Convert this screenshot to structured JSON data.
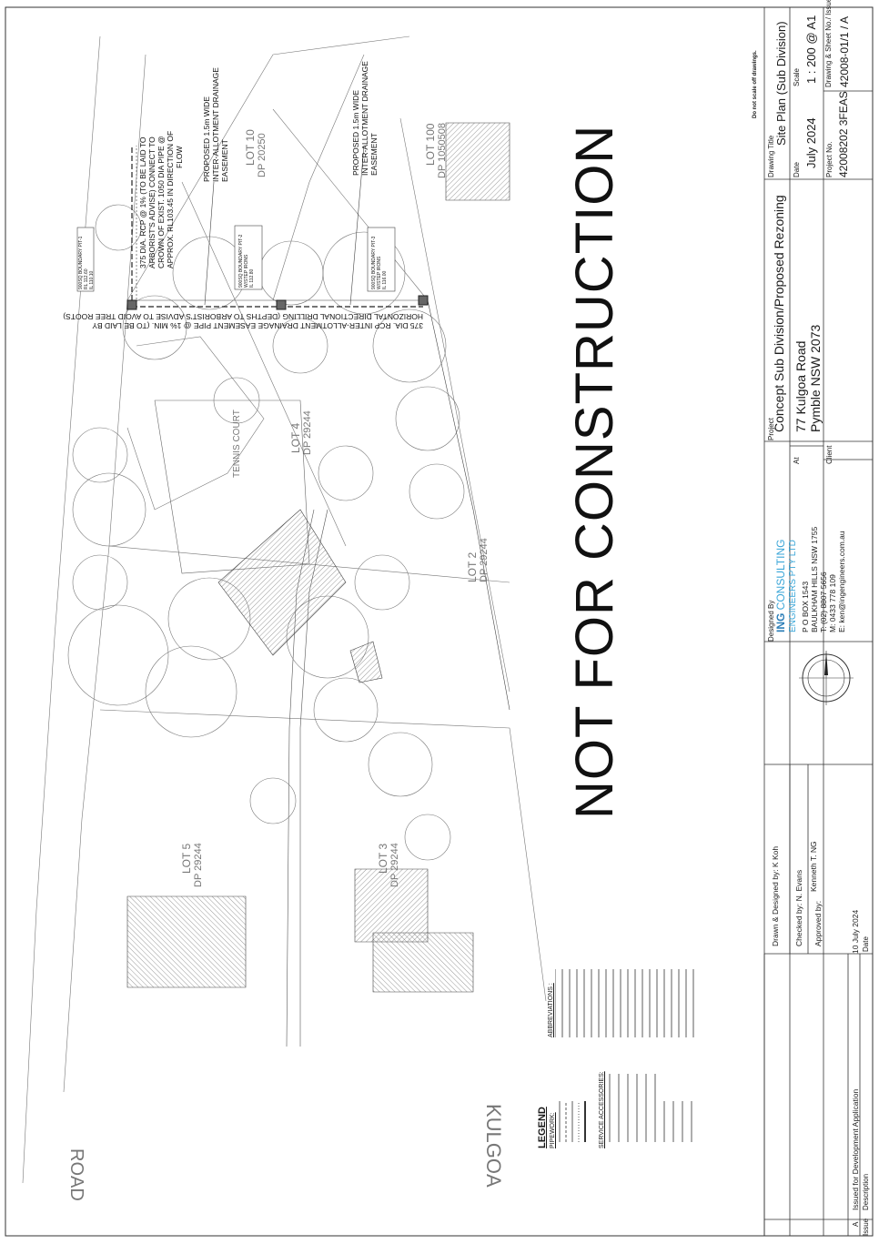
{
  "watermark": "NOT FOR CONSTRUCTION",
  "title_block": {
    "project_label": "Project",
    "project_value": "Concept Sub Division/Proposed Rezoning",
    "at_label": "At",
    "at_line1": "77 Kulgoa Road",
    "at_line2": "Pymble NSW 2073",
    "client_label": "Client",
    "drawing_title_label": "Drawing Title",
    "drawing_title": "Site Plan (Sub Division)",
    "date_label": "Date",
    "date_value": "July 2024",
    "scale_label": "Scale",
    "scale_value": "1 : 200 @ A1",
    "project_no_label": "Project No.",
    "project_no": "42008202 3FEAS",
    "sheet_label": "Drawing & Sheet No./ Issue",
    "sheet_value": "42008-01/1 / A",
    "designed_by_label": "Designed By",
    "company_name_1": "ING",
    "company_name_2": "CONSULTING",
    "company_name_3": "ENGINEERS PTY LTD",
    "company_addr1": "P O BOX 1543",
    "company_addr2": "BAULKHAM HILLS NSW 1755",
    "company_phone": "T: (02) 8807 5656",
    "company_mobile": "M: 0433 778 109",
    "company_email": "E: ken@ingengineers.com.au",
    "drawn_designed": "Drawn & Designed by:   K Koh",
    "checked_by": "Checked by:   N. Evans",
    "approved_by_label": "Approved by:",
    "approved_by_name": "Kenneth T. NG",
    "issue_letter": "A",
    "issue_desc": "Issued for Development Application",
    "issue_date": "10 July 2024",
    "issue_col": "Issue",
    "desc_col": "Description",
    "date_col": "Date",
    "dont_scale": "Do not scale off drawings."
  },
  "plan": {
    "road_1": "ROAD",
    "road_2": "KULGOA",
    "lot_10": "LOT 10",
    "dp_10": "DP 20250",
    "lot_100": "LOT 100",
    "dp_100": "DP 1050508",
    "lot_4": "LOT 4",
    "dp_4": "DP 29244",
    "lot_2": "LOT 2",
    "dp_2": "DP 29244",
    "lot_5": "LOT 5",
    "dp_5": "DP 29244",
    "lot_3": "LOT 3",
    "dp_3": "DP 29244",
    "tennis": "TENNIS COURT",
    "note_pipe_1": "375 DIA. RCP @ 1% (TO BE LAID TO",
    "note_pipe_2": "ARBORIST'S ADVISE) CONNECT TO",
    "note_pipe_3": "CROWN OF EXIST. 1050 DIA PIPE @",
    "note_pipe_4": "APPROX. RL103.45 IN DIRECTION OF",
    "note_pipe_5": "FLOW",
    "note_ease1_1": "PROPOSED 1.5m WIDE",
    "note_ease1_2": "INTER-ALLOTMENT DRAINAGE",
    "note_ease1_3": "EASEMENT",
    "note_ease2_1": "PROPOSED 1.5m WIDE",
    "note_ease2_2": "INTER-ALLOTMENT DRAINAGE",
    "note_ease2_3": "EASEMENT",
    "note_main_1": "375 DIA. RCP INTER-ALLOTMENT DRAINAGE EASEMENT PIPE @ 1% MIN. (TO BE LAID BY",
    "note_main_2": "HORIZONTAL DIRECTIONAL DRILLING (DEPTHS TO ARBORIST'S ADVISE TO AVOID TREE ROOTS)",
    "pit_1a": "900SQ BOUNDARY PIT-1",
    "pit_1b": "RL 112.60",
    "pit_1c": "IL 110.10",
    "pit_2a": "900SQ BOUNDARY PIT-2",
    "pit_2b": "W/STEP IRONS",
    "pit_2c": "IL 112.80",
    "pit_3a": "900SQ BOUNDARY PIT-3",
    "pit_3b": "W/STEP IRONS",
    "pit_3c": "IL 116.00"
  },
  "legend": {
    "title": "LEGEND",
    "pipework": "PIPEWORK:",
    "service": "SERVICE ACCESSORIES:",
    "abbrev": "ABBREVIATIONS :"
  },
  "colors": {
    "ink": "#1a1a1a",
    "brand_blue": "#2e7fb8",
    "brand_cyan": "#3aa6d8"
  }
}
